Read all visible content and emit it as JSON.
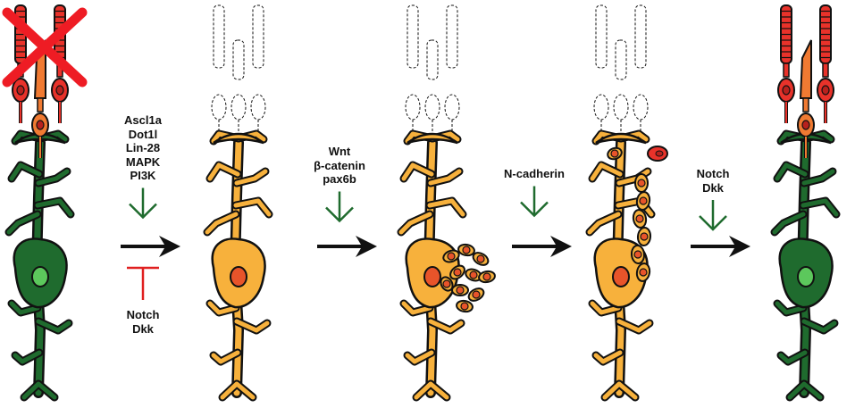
{
  "colors": {
    "muller_glia": "#1f6b2e",
    "muller_nucleus": "#5cc85c",
    "activated_glia": "#f7b13c",
    "progenitor_nucleus": "#e8542a",
    "rod_photoreceptor": "#e8322a",
    "cone_photoreceptor": "#f07a32",
    "photoreceptor_nucleus": "#b8211d",
    "lost_cell_x": "#ee1c24",
    "promote_arrow": "#1f6b2e",
    "inhibit_bar": "#e02020",
    "progression_arrow": "#111111",
    "outline": "#111111"
  },
  "stages": [
    {
      "name": "photoreceptor-loss"
    },
    {
      "name": "glia-dedifferentiation"
    },
    {
      "name": "progenitor-proliferation"
    },
    {
      "name": "progenitor-migration"
    },
    {
      "name": "photoreceptor-regeneration"
    }
  ],
  "transitions": [
    {
      "promoters": [
        "Ascl1a",
        "Dot1l",
        "Lin-28",
        "MAPK",
        "PI3K"
      ],
      "inhibitors": [
        "Notch",
        "Dkk"
      ]
    },
    {
      "promoters": [
        "Wnt",
        "β-catenin",
        "pax6b"
      ],
      "inhibitors": []
    },
    {
      "promoters": [
        "N-cadherin"
      ],
      "inhibitors": []
    },
    {
      "promoters": [
        "Notch",
        "Dkk"
      ],
      "inhibitors": []
    }
  ]
}
